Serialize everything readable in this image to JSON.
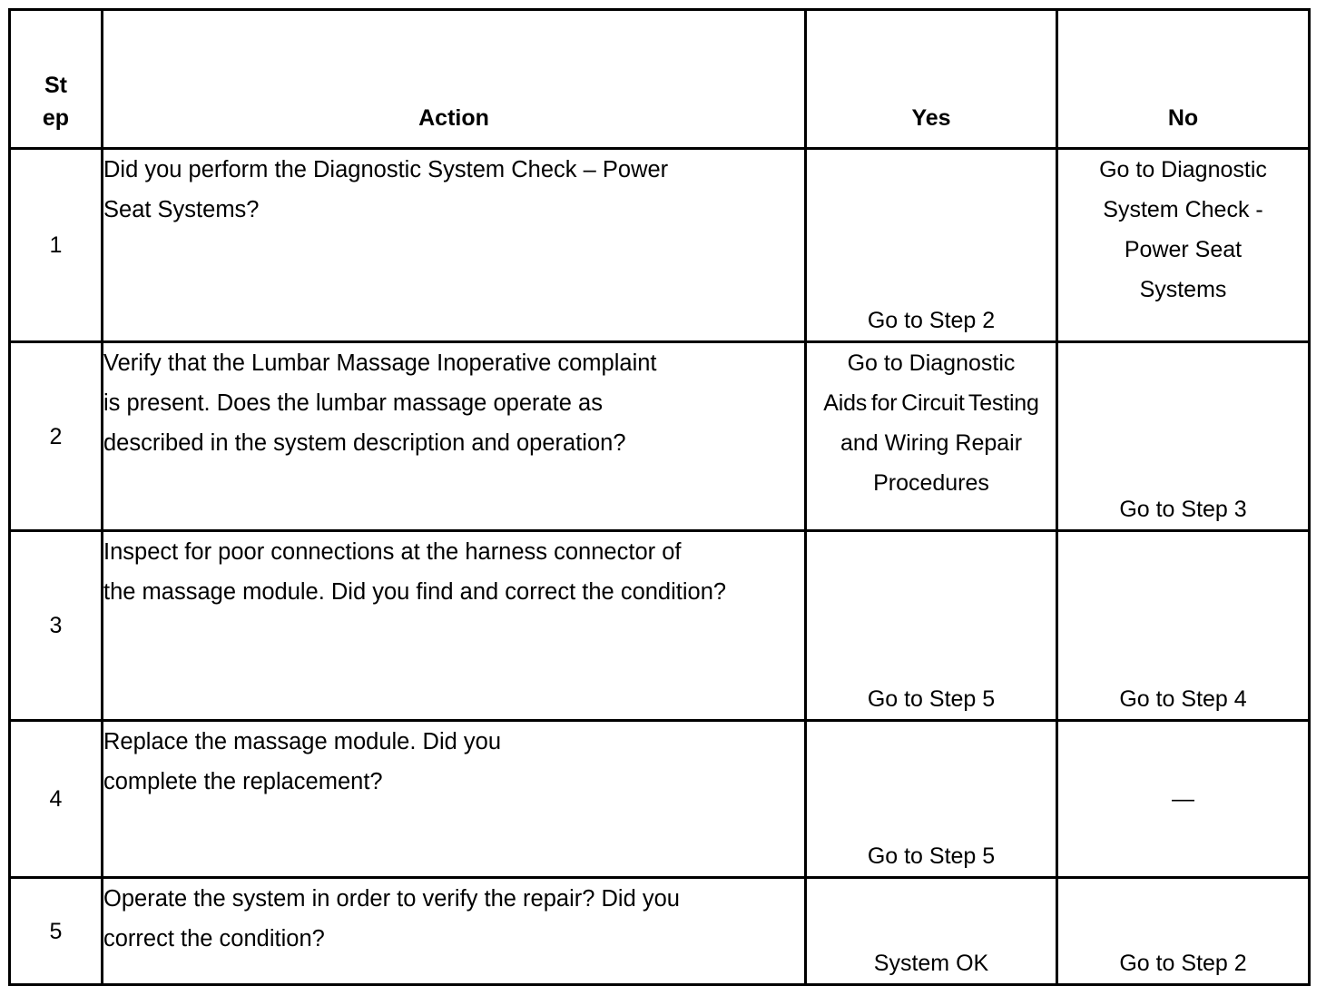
{
  "table": {
    "headers": {
      "step": "Step",
      "action": "Action",
      "yes": "Yes",
      "no": "No"
    },
    "rows": [
      {
        "step": "1",
        "action_lines": [
          "Did you perform the Diagnostic System Check – Power",
          "Seat Systems?"
        ],
        "yes_lines": [
          "Go to Step 2"
        ],
        "yes_align": "bottom",
        "no_lines": [
          "Go to Diagnostic",
          "System Check -",
          "Power Seat",
          "Systems"
        ],
        "no_align": "top"
      },
      {
        "step": "2",
        "action_lines": [
          "Verify that the Lumbar Massage Inoperative complaint",
          "is present. Does the lumbar massage operate as",
          "described in the system description and operation?"
        ],
        "yes_lines": [
          "Go to Diagnostic",
          "Aids for Circuit Testing",
          "and Wiring Repair",
          "Procedures"
        ],
        "yes_align": "top",
        "no_lines": [
          "Go to Step 3"
        ],
        "no_align": "bottom"
      },
      {
        "step": "3",
        "action_lines": [
          "Inspect for poor connections at the harness connector of",
          "the massage module. Did you find and correct the condition?"
        ],
        "yes_lines": [
          "Go to Step 5"
        ],
        "yes_align": "bottom",
        "no_lines": [
          "Go to Step 4"
        ],
        "no_align": "bottom"
      },
      {
        "step": "4",
        "action_lines": [
          "Replace the massage module. Did you",
          "complete the replacement?"
        ],
        "yes_lines": [
          "Go to Step 5"
        ],
        "yes_align": "bottom",
        "no_lines": [
          "—"
        ],
        "no_align": "middle"
      },
      {
        "step": "5",
        "action_lines": [
          "Operate the system in order to verify the repair? Did you",
          "correct the condition?"
        ],
        "yes_lines": [
          "System OK"
        ],
        "yes_align": "bottom",
        "no_lines": [
          "Go to Step 2"
        ],
        "no_align": "bottom"
      }
    ]
  },
  "colors": {
    "border": "#000000",
    "text": "#000000",
    "background": "#ffffff"
  }
}
